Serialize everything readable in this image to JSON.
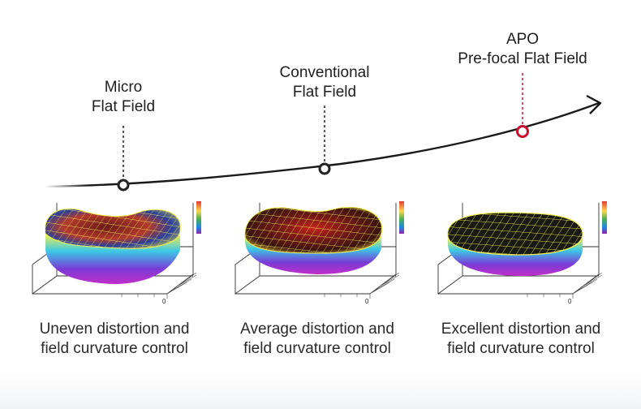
{
  "stages": [
    {
      "id": "micro",
      "line1": "Micro",
      "line2": "Flat Field",
      "marker_color": "#222222"
    },
    {
      "id": "conventional",
      "line1": "Conventional",
      "line2": "Flat Field",
      "marker_color": "#222222"
    },
    {
      "id": "apo",
      "line1": "APO",
      "line2": "Pre-focal Flat Field",
      "marker_color": "#c8102e"
    }
  ],
  "plots": [
    {
      "id": "uneven",
      "zero_label": "0",
      "caption_line1": "Uneven distortion and",
      "caption_line2": "field curvature control",
      "surface_style": "uneven"
    },
    {
      "id": "average",
      "zero_label": "0",
      "caption_line1": "Average distortion and",
      "caption_line2": "field curvature control",
      "surface_style": "average"
    },
    {
      "id": "excellent",
      "zero_label": "0",
      "caption_line1": "Excellent distortion and",
      "caption_line2": "field curvature control",
      "surface_style": "excellent"
    }
  ],
  "colors": {
    "curve": "#1a1a1a",
    "accent_red": "#c8102e",
    "grid_yellow": "#f2f25a",
    "surface_dark": "#3a0f12"
  }
}
